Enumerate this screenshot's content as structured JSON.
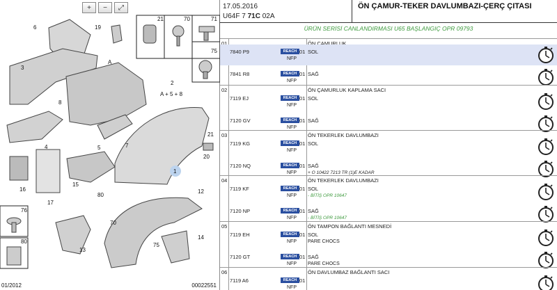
{
  "toolbar": {
    "zoom_in_label": "+",
    "zoom_out_label": "−",
    "fit_label": "⤢"
  },
  "diagram": {
    "labels": [
      {
        "text": "6"
      },
      {
        "text": "19"
      },
      {
        "text": "21"
      },
      {
        "text": "70"
      },
      {
        "text": "71"
      },
      {
        "text": "75"
      },
      {
        "text": "3"
      },
      {
        "text": "A"
      },
      {
        "text": "2"
      },
      {
        "text": "A + 5 + 8"
      },
      {
        "text": "8"
      },
      {
        "text": "5"
      },
      {
        "text": "4"
      },
      {
        "text": "7"
      },
      {
        "text": "21"
      },
      {
        "text": "20"
      },
      {
        "text": "1"
      },
      {
        "text": "15"
      },
      {
        "text": "80"
      },
      {
        "text": "16"
      },
      {
        "text": "17"
      },
      {
        "text": "12"
      },
      {
        "text": "70"
      },
      {
        "text": "76"
      },
      {
        "text": "80"
      },
      {
        "text": "13"
      },
      {
        "text": "75"
      },
      {
        "text": "14"
      }
    ],
    "footer_left": "01/2012",
    "footer_right": "00022551"
  },
  "header": {
    "date": "17.05.2016",
    "code_prefix": "U64F 7 ",
    "code_bold": "71C",
    "code_suffix": " 02A",
    "title": "ÖN ÇAMUR-TEKER DAVLUMBAZI-ÇERÇ ÇITASI"
  },
  "series_note": "ÜRÜN SERİSİ CANLANDIRMASI U65 BAŞLANGIÇ OPR 09793",
  "groups": [
    {
      "num": "01",
      "title": "ÖN ÇAMURLUK",
      "rows": [
        {
          "pn": "7840 P9",
          "reach": "REACH",
          "nfp": "NFP",
          "qty": "01",
          "desc": "SOL",
          "note": "",
          "sub": ""
        },
        {
          "pn": "7841 R8",
          "reach": "REACH",
          "nfp": "NFP",
          "qty": "01",
          "desc": "SAĞ",
          "note": "",
          "sub": ""
        }
      ]
    },
    {
      "num": "02",
      "title": "ÖN ÇAMURLUK KAPLAMA SACI",
      "rows": [
        {
          "pn": "7119 EJ",
          "reach": "REACH",
          "nfp": "NFP",
          "qty": "01",
          "desc": "SOL",
          "note": "",
          "sub": ""
        },
        {
          "pn": "7120 GV",
          "reach": "REACH",
          "nfp": "NFP",
          "qty": "01",
          "desc": "SAĞ",
          "note": "",
          "sub": ""
        }
      ]
    },
    {
      "num": "03",
      "title": "ÖN TEKERLEK DAVLUMBAZI",
      "rows": [
        {
          "pn": "7119 KG",
          "reach": "REACH",
          "nfp": "NFP",
          "qty": "01",
          "desc": "SOL",
          "note": "",
          "sub": ""
        },
        {
          "pn": "7120 NQ",
          "reach": "REACH",
          "nfp": "NFP",
          "qty": "01",
          "desc": "SAĞ",
          "note": "+ O 10422 7213 TR (1)E KADAR",
          "sub": ""
        }
      ]
    },
    {
      "num": "04",
      "title": "ÖN TEKERLEK DAVLUMBAZI",
      "rows": [
        {
          "pn": "7119 KF",
          "reach": "REACH",
          "nfp": "NFP",
          "qty": "01",
          "desc": "SOL",
          "note": "- BİTİŞ OPR 10647",
          "sub": ""
        },
        {
          "pn": "7120 NP",
          "reach": "REACH",
          "nfp": "NFP",
          "qty": "01",
          "desc": "SAĞ",
          "note": "- BİTİŞ OPR 10647",
          "sub": ""
        }
      ]
    },
    {
      "num": "05",
      "title": "ÖN TAMPON BAĞLANTI MESNEDİ",
      "rows": [
        {
          "pn": "7119 EH",
          "reach": "REACH",
          "nfp": "NFP",
          "qty": "01",
          "desc": "SOL",
          "note": "",
          "sub": "PARE CHOCS"
        },
        {
          "pn": "7120 GT",
          "reach": "REACH",
          "nfp": "NFP",
          "qty": "01",
          "desc": "SAĞ",
          "note": "",
          "sub": "PARE CHOCS"
        }
      ]
    },
    {
      "num": "06",
      "title": "ÖN DAVLUMBAZ BAĞLANTI SACI",
      "rows": [
        {
          "pn": "7119 A6",
          "reach": "REACH",
          "nfp": "NFP",
          "qty": "01",
          "desc": "",
          "note": "",
          "sub": ""
        }
      ]
    }
  ],
  "colors": {
    "reach_badge": "#2a4fa0",
    "selected_row": "#dde3f5",
    "series_note": "#3d9a3d"
  },
  "icons": [
    "zoom-in-icon",
    "zoom-out-icon",
    "fit-icon",
    "stopwatch-icon"
  ]
}
